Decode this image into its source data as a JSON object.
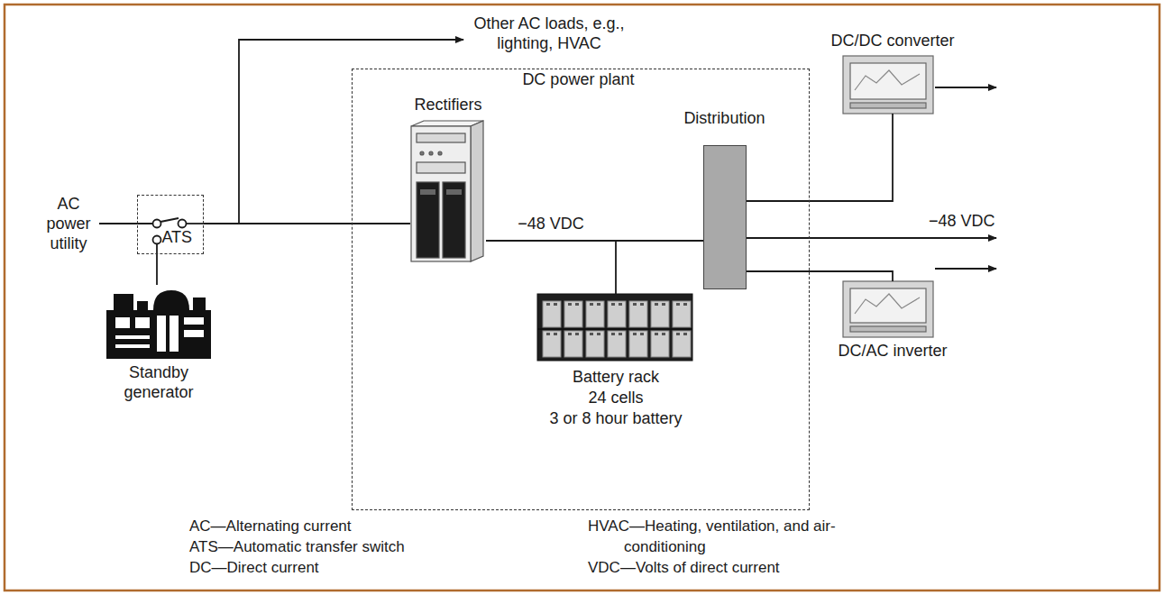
{
  "diagram": {
    "nodes": [
      {
        "text": [
          "ATS"
        ]
      },
      {
        "text": [
          "Standby generator"
        ]
      },
      {
        "text": [
          "DC power plant"
        ]
      },
      {
        "text": [
          "Rectifiers"
        ],
        "in": 2
      },
      {
        "text": [
          "Battery rack",
          "24 cells",
          "3 or 8 hour battery"
        ],
        "in": 2
      },
      {
        "text": [
          "Distribution"
        ],
        "in": 2
      },
      {
        "text": [
          "DC/DC converter"
        ]
      },
      {
        "text": [
          "DC/AC inverter"
        ]
      }
    ],
    "edges": [
      {
        "from": 1,
        "to": 0,
        "arrow": "none"
      },
      {
        "from": 0,
        "to": 3,
        "arrow": "none"
      },
      {
        "from": 3,
        "to": 5,
        "arrow": "none",
        "label": "−48 VDC"
      },
      {
        "from": 3,
        "to": 4,
        "arrow": "none"
      },
      {
        "from": 5,
        "to": 6,
        "arrow": "none"
      },
      {
        "from": 5,
        "to": 7,
        "arrow": "none"
      }
    ],
    "labels": [
      "AC power utility",
      "Other AC loads, e.g., lighting, HVAC",
      "−48 VDC",
      "AC—Alternating current",
      "ATS—Automatic transfer switch",
      "DC—Direct current",
      "HVAC—Heating, ventilation, and air-conditioning",
      "VDC—Volts of direct current"
    ]
  }
}
